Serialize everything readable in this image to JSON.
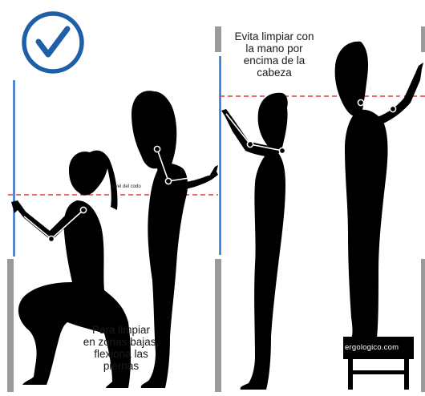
{
  "colors": {
    "check_ring": "#1f5fa8",
    "wall_line": "#2a6fc9",
    "reference_line": "#e23a3a",
    "post": "#9a9a9a",
    "silhouette": "#000000",
    "joint_marker": "#ffffff",
    "background": "#ffffff"
  },
  "icons": {
    "approval": "checkmark-circle-icon",
    "stool": "step-stool-icon"
  },
  "texts": {
    "low_caption": "Para limpiar\nen zonas bajas,\nflexiona las\npiernas",
    "high_caption": "Evita limpiar con\nla mano por\nencima de la\ncabeza",
    "elbow_level": "Nivel del codo",
    "watermark": "ergologico.com"
  }
}
